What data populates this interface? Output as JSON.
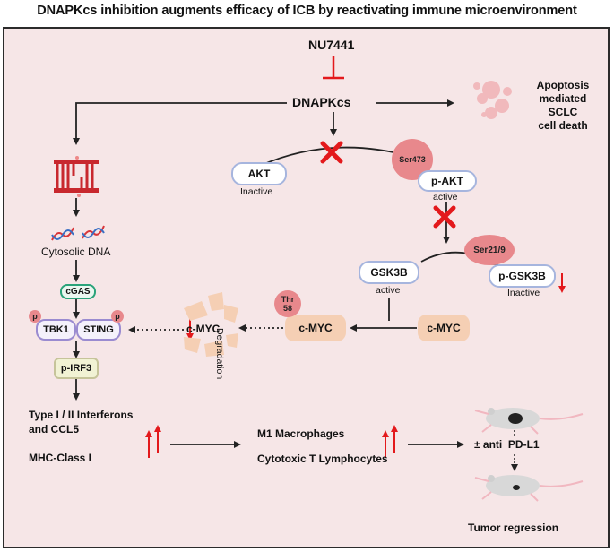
{
  "title": "DNAPKcs inhibition augments efficacy of ICB by reactivating immune microenvironment",
  "inhibitor": "NU7441",
  "target": "DNAPKcs",
  "apoptosis": [
    "Apoptosis",
    "mediated",
    "SCLC",
    "cell death"
  ],
  "akt": {
    "label": "AKT",
    "state": "Inactive"
  },
  "pakt": {
    "label": "p-AKT",
    "state": "active",
    "site": "Ser473"
  },
  "gsk3b": {
    "label": "GSK3B",
    "state": "active"
  },
  "pgsk3b": {
    "label": "p-GSK3B",
    "state": "Inactive",
    "site": "Ser21/9"
  },
  "cmyc": {
    "right": "c-MYC",
    "mid": "c-MYC",
    "site_line1": "Thr",
    "site_line2": "58",
    "degraded": "c-MYC"
  },
  "degradation": "Degradation",
  "cytosolic_dna": "Cytosolic DNA",
  "sting_pathway": {
    "cgas": "cGAS",
    "tbk1": "TBK1",
    "sting": "STING",
    "phospho": "p",
    "irf3": "p-IRF3"
  },
  "effects": {
    "interferons_line1": "Type I / II Interferons",
    "interferons_line2": "and CCL5",
    "mhc": "MHC-Class I",
    "m1": "M1 Macrophages",
    "ctl": "Cytotoxic T Lymphocytes",
    "pdl1": "± anti  PD-L1",
    "outcome": "Tumor regression"
  },
  "colors": {
    "panel": "#f6e6e7",
    "red": "#e3191c",
    "pill_border": "#a6b5de",
    "myc": "#f5cfb4",
    "phospho": "#e8888c"
  }
}
